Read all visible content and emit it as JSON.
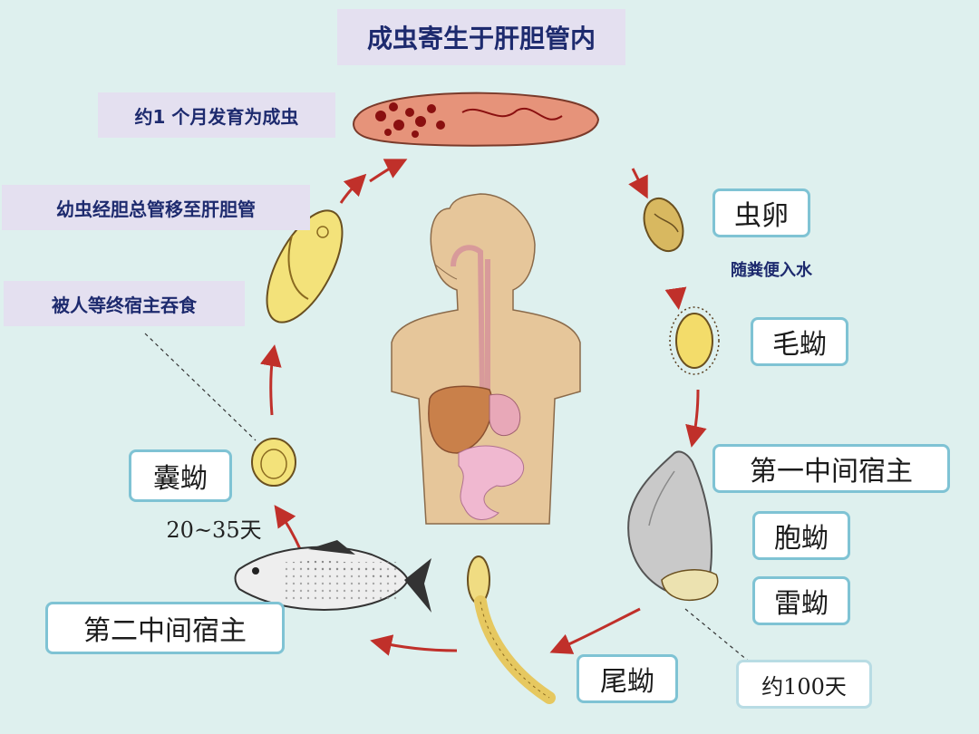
{
  "title": "成虫寄生于肝胆管内",
  "side_notes": {
    "develop_adult": "约1 个月发育为成虫",
    "larva_migrate": "幼虫经胆总管移至肝胆管",
    "swallowed": "被人等终宿主吞食",
    "with_feces": "随粪便入水"
  },
  "stages": {
    "egg": "虫卵",
    "miracidium": "毛蚴",
    "first_host": "第一中间宿主",
    "sporocyst": "胞蚴",
    "redia": "雷蚴",
    "cercaria": "尾蚴",
    "second_host": "第二中间宿主",
    "metacercaria": "囊蚴"
  },
  "durations": {
    "metacercaria_days": "20~35天",
    "snail_days": "约100天"
  },
  "colors": {
    "background": "#def0ee",
    "arrow": "#c0302a",
    "label_border": "#7fc3d4",
    "note_bg": "#e4e0f0",
    "note_text": "#1d2a6e"
  }
}
